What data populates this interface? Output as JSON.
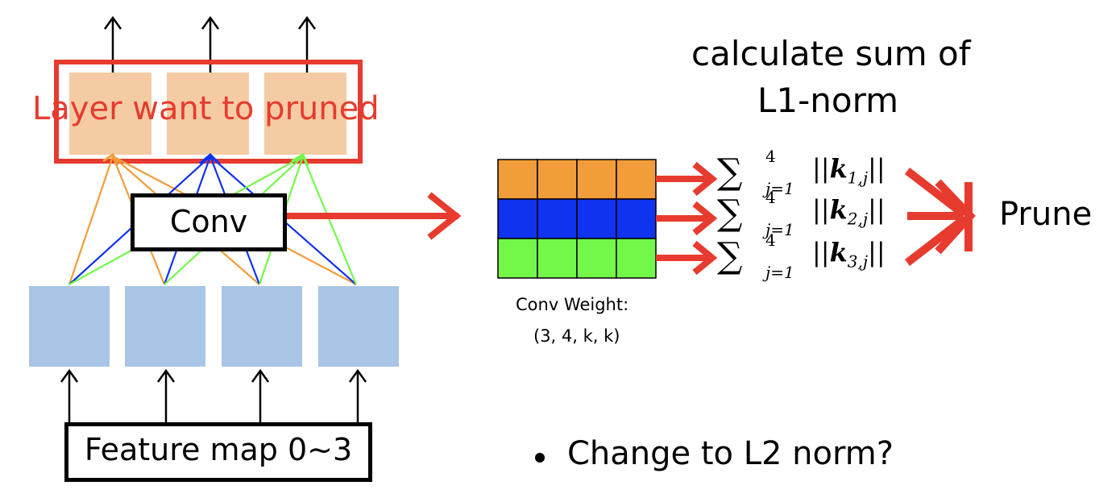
{
  "layer_label": "Layer want to pruned",
  "conv_label": "Conv",
  "feature_map_label": "Feature map 0~3",
  "title_line1": "calculate sum of",
  "title_line2": "L1-norm",
  "weight_caption_line1": "Conv Weight:",
  "weight_caption_line2": "(3, 4, k, k)",
  "prune_label": "Prune",
  "bullet_text": "Change to L2 norm?",
  "formulas": [
    {
      "sup": "4",
      "sub": "j=1",
      "k": "k",
      "idx": "1,j"
    },
    {
      "sup": "4",
      "sub": "j=1",
      "k": "k",
      "idx": "2,j"
    },
    {
      "sup": "4",
      "sub": "j=1",
      "k": "k",
      "idx": "3,j"
    }
  ],
  "colors": {
    "accent_red": "#e63b2e",
    "orange": "#f19d3a",
    "blue": "#1033f0",
    "green": "#73f84a",
    "peach": "#f5cba3",
    "light_blue": "#a9c5e6"
  }
}
